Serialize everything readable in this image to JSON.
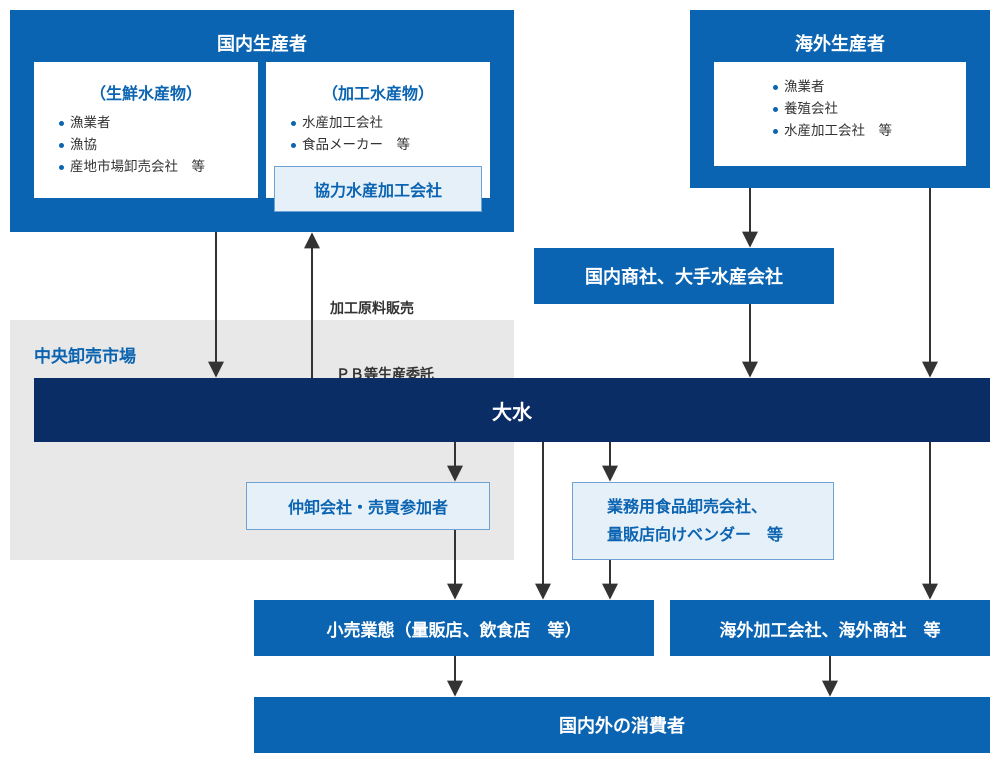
{
  "domestic_producers": {
    "title": "国内生産者",
    "fresh": {
      "heading": "（生鮮水産物）",
      "items": [
        "漁業者",
        "漁協",
        "産地市場卸売会社　等"
      ]
    },
    "processed": {
      "heading": "（加工水産物）",
      "items": [
        "水産加工会社",
        "食品メーカー　等"
      ],
      "partner": "協力水産加工会社"
    }
  },
  "overseas_producers": {
    "title": "海外生産者",
    "items": [
      "漁業者",
      "養殖会社",
      "水産加工会社　等"
    ]
  },
  "trading": "国内商社、大手水産会社",
  "note": {
    "line1": "加工原料販売",
    "line2": "ＰＢ等生産委託"
  },
  "market": {
    "label": "中央卸売市場"
  },
  "daisui": "大水",
  "intermediary": "仲卸会社・売買参加者",
  "wholesale": {
    "line1": "業務用食品卸売会社、",
    "line2": "量販店向けベンダー　等"
  },
  "retail": "小売業態（量販店、飲食店　等）",
  "overseas_processing": "海外加工会社、海外商社　等",
  "consumers": "国内外の消費者",
  "colors": {
    "blue": "#0b64b1",
    "navy": "#0b2d66",
    "arrow": "#333333",
    "market_bg": "#e8e8e8"
  }
}
